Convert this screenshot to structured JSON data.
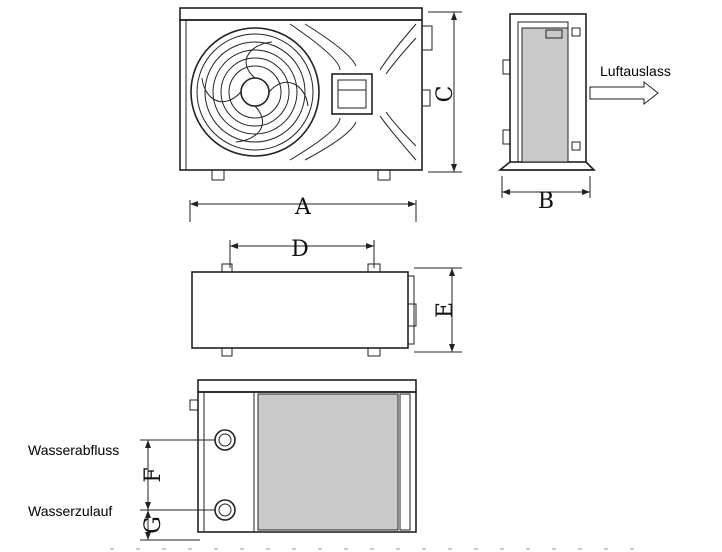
{
  "labels": {
    "air_outlet": "Luftauslass",
    "water_drain": "Wasserabfluss",
    "water_inlet": "Wasserzulauf"
  },
  "dimensions": {
    "A": "A",
    "B": "B",
    "C": "C",
    "D": "D",
    "E": "E",
    "F": "F",
    "G": "G"
  }
}
